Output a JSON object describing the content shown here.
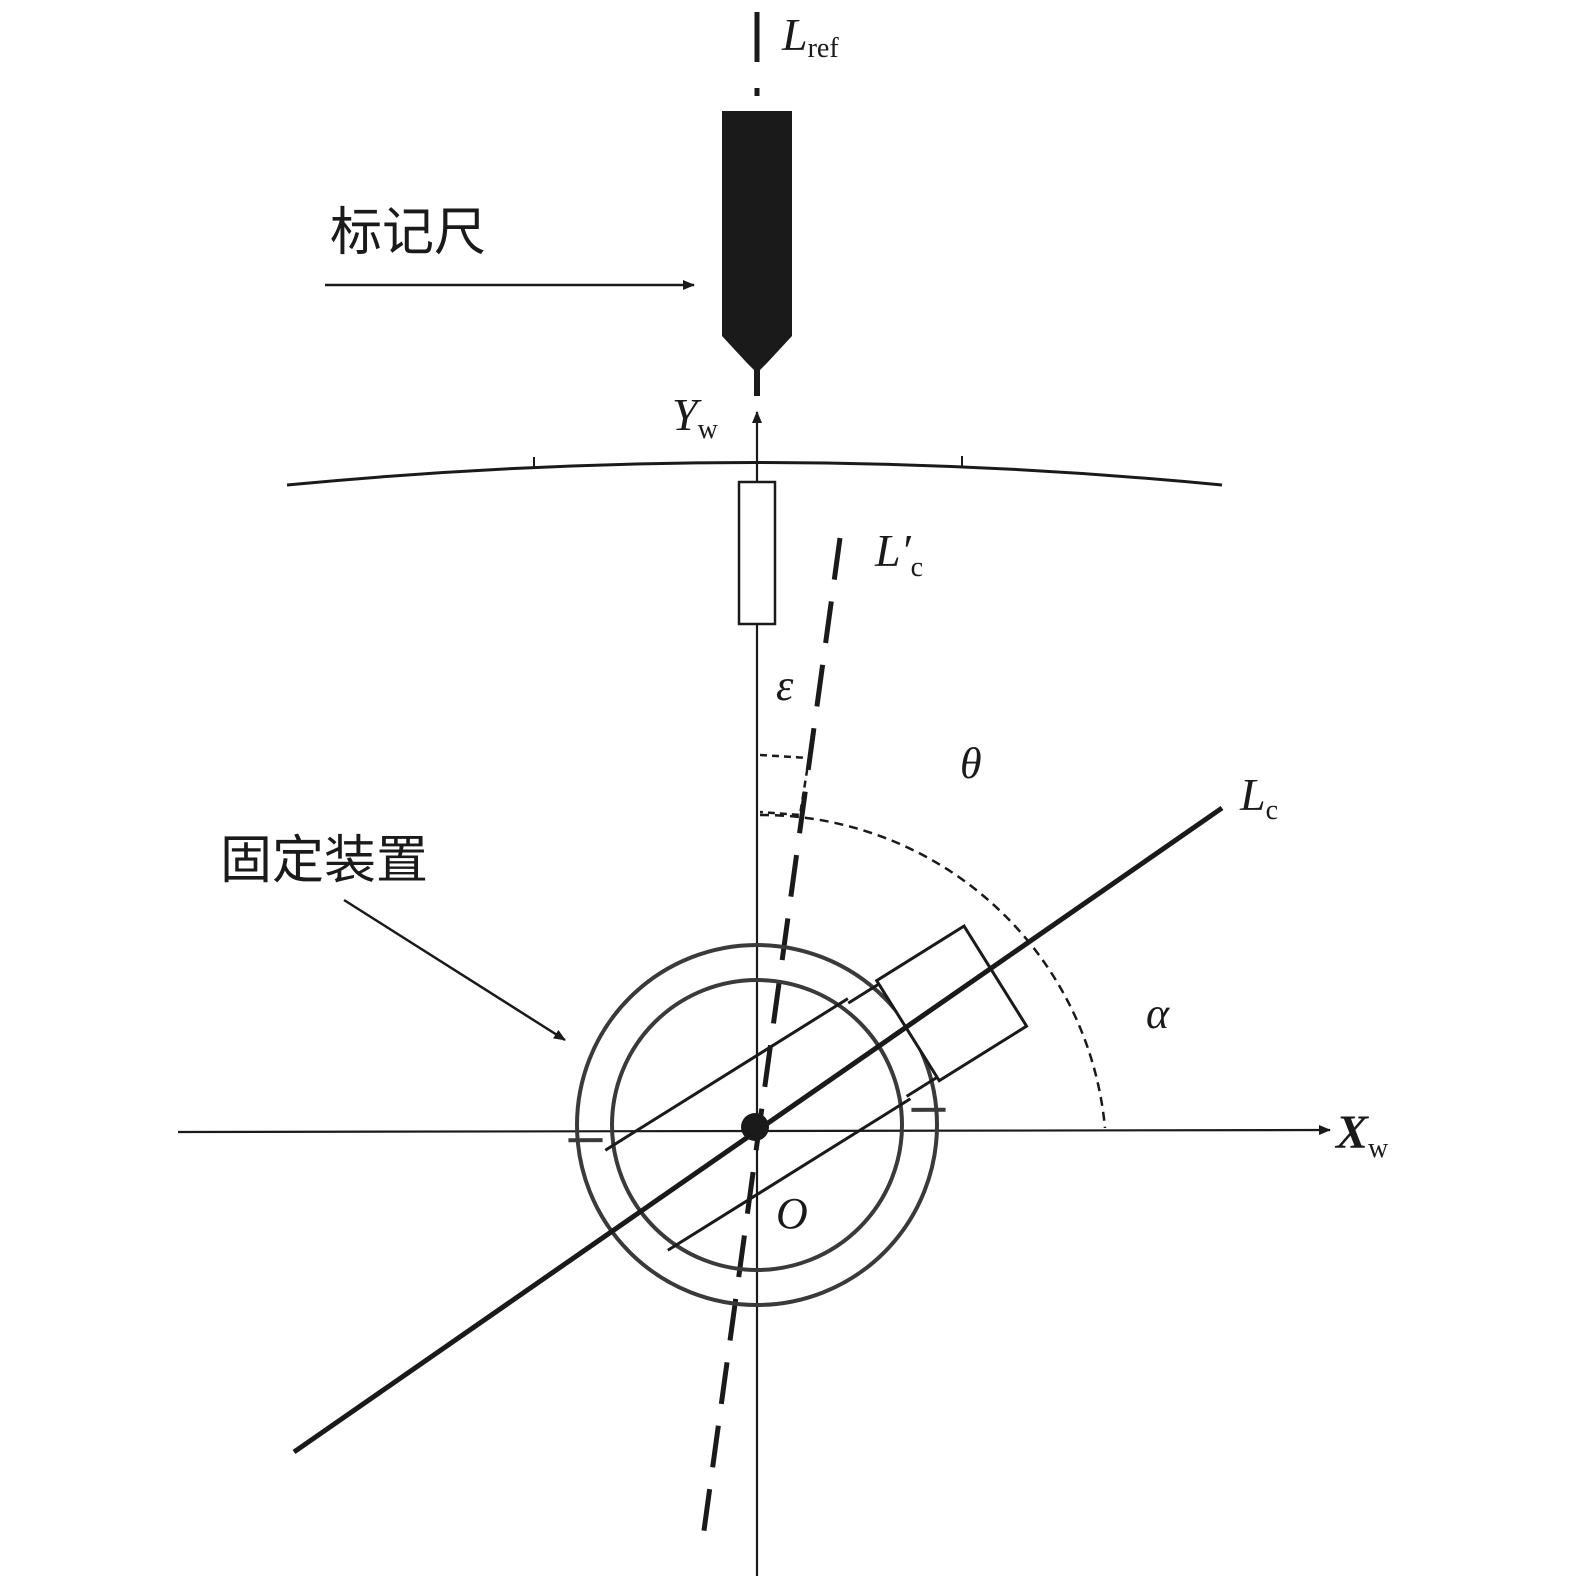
{
  "labels": {
    "l_ref_main": "L",
    "l_ref_sub": "ref",
    "marker": "标记尺",
    "y_axis_main": "Y",
    "y_axis_sub": "w",
    "l_c_prime_main": "L′",
    "l_c_prime_sub": "c",
    "epsilon": "ε",
    "theta": "θ",
    "l_c_main": "L",
    "l_c_sub": "c",
    "fixture": "固定装置",
    "alpha": "α",
    "x_axis_main": "X",
    "x_axis_sub": "w",
    "origin": "O"
  },
  "colors": {
    "ink": "#1a1a1a",
    "fixture_ring": "#3a3a3a",
    "background": "#ffffff"
  }
}
